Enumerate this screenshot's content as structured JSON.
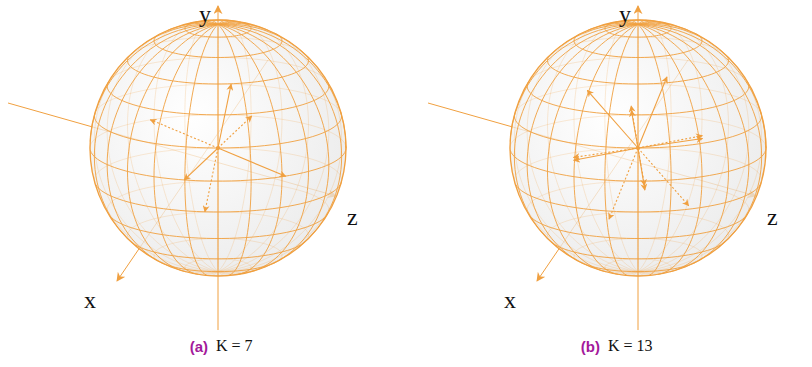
{
  "diagram": {
    "labels": [
      "y",
      "x",
      "z",
      "y",
      "x",
      "z",
      "(a)",
      "K = 7",
      "(b)",
      "K = 13"
    ]
  }
}
